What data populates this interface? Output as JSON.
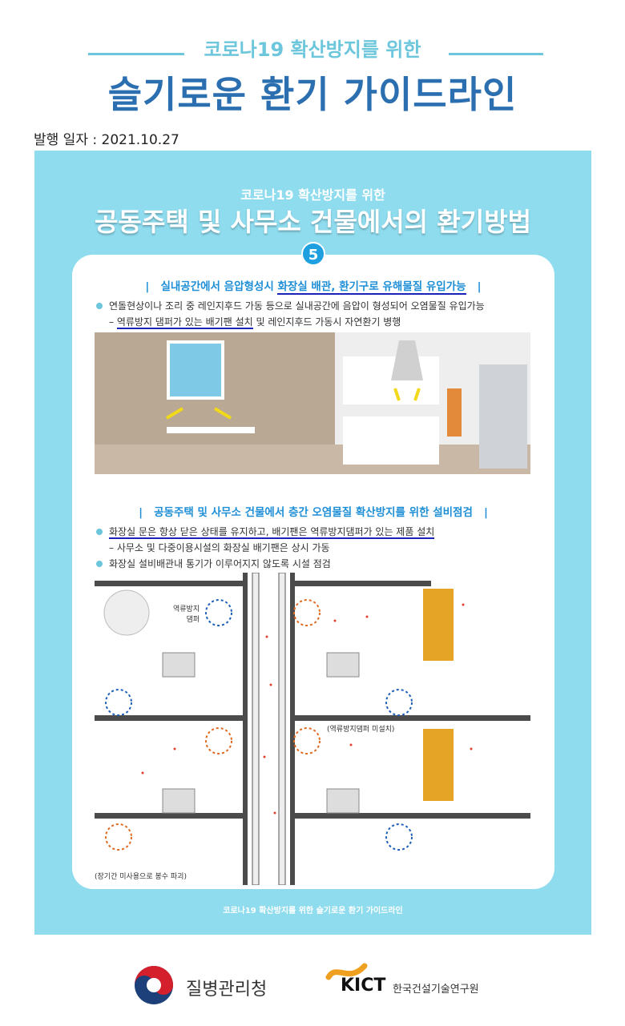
{
  "header": {
    "subtitle": "코로나19 확산방지를 위한",
    "title": "슬기로운 환기 가이드라인",
    "date": "발행 일자 : 2021.10.27"
  },
  "poster": {
    "subtitle": "코로나19  확산방지를 위한",
    "title": "공동주택 및 사무소 건물에서의 환기방법",
    "number": "5",
    "section1": {
      "bar_left": "|",
      "heading_plain": "실내공간에서 음압형성시 ",
      "heading_underlined": "화장실 배관, 환기구로 유해물질 유입가능",
      "bar_right": "|",
      "bullet": "연돌현상이나 조리 중 레인지후드 가동 등으로 실내공간에 음압이 형성되어 오염물질 유입가능",
      "sub_prefix": "– ",
      "sub_underlined": "역류방지 댐퍼가 있는 배기팬 설치",
      "sub_rest": " 및 레인지후드 가동시 자연환기 병행"
    },
    "section2": {
      "bar_left": "|",
      "heading": "공동주택 및 사무소 건물에서 층간 오염물질 확산방지를 위한 설비점검",
      "bar_right": "|",
      "bullet1": "화장실 문은 항상 닫은 상태를 유지하고, 배기팬은 역류방지댐퍼가 있는 제품 설치",
      "sub": "– 사무소 및 다중이용시설의 화장실 배기팬은 상시 가동",
      "bullet2": "화장실 설비배관내 통기가 이루어지지 않도록 시설 점검"
    },
    "diagram": {
      "label_damper": "역류방지\n댐퍼",
      "label_no_damper": "(역류방지댐퍼 미설치)",
      "label_trap": "(장기간 미사용으로 봉수 파괴)"
    },
    "footer": "코로나19 확산방지를 위한 슬기로운 환기 가이드라인"
  },
  "logos": {
    "kdca": "질병관리청",
    "kict": "KICT",
    "kict_name": "한국건설기술연구원"
  },
  "colors": {
    "accent_light": "#6cc6dc",
    "accent_dark": "#2b6fb0",
    "poster_bg": "#8fdcef",
    "underline": "#1a22b8"
  }
}
